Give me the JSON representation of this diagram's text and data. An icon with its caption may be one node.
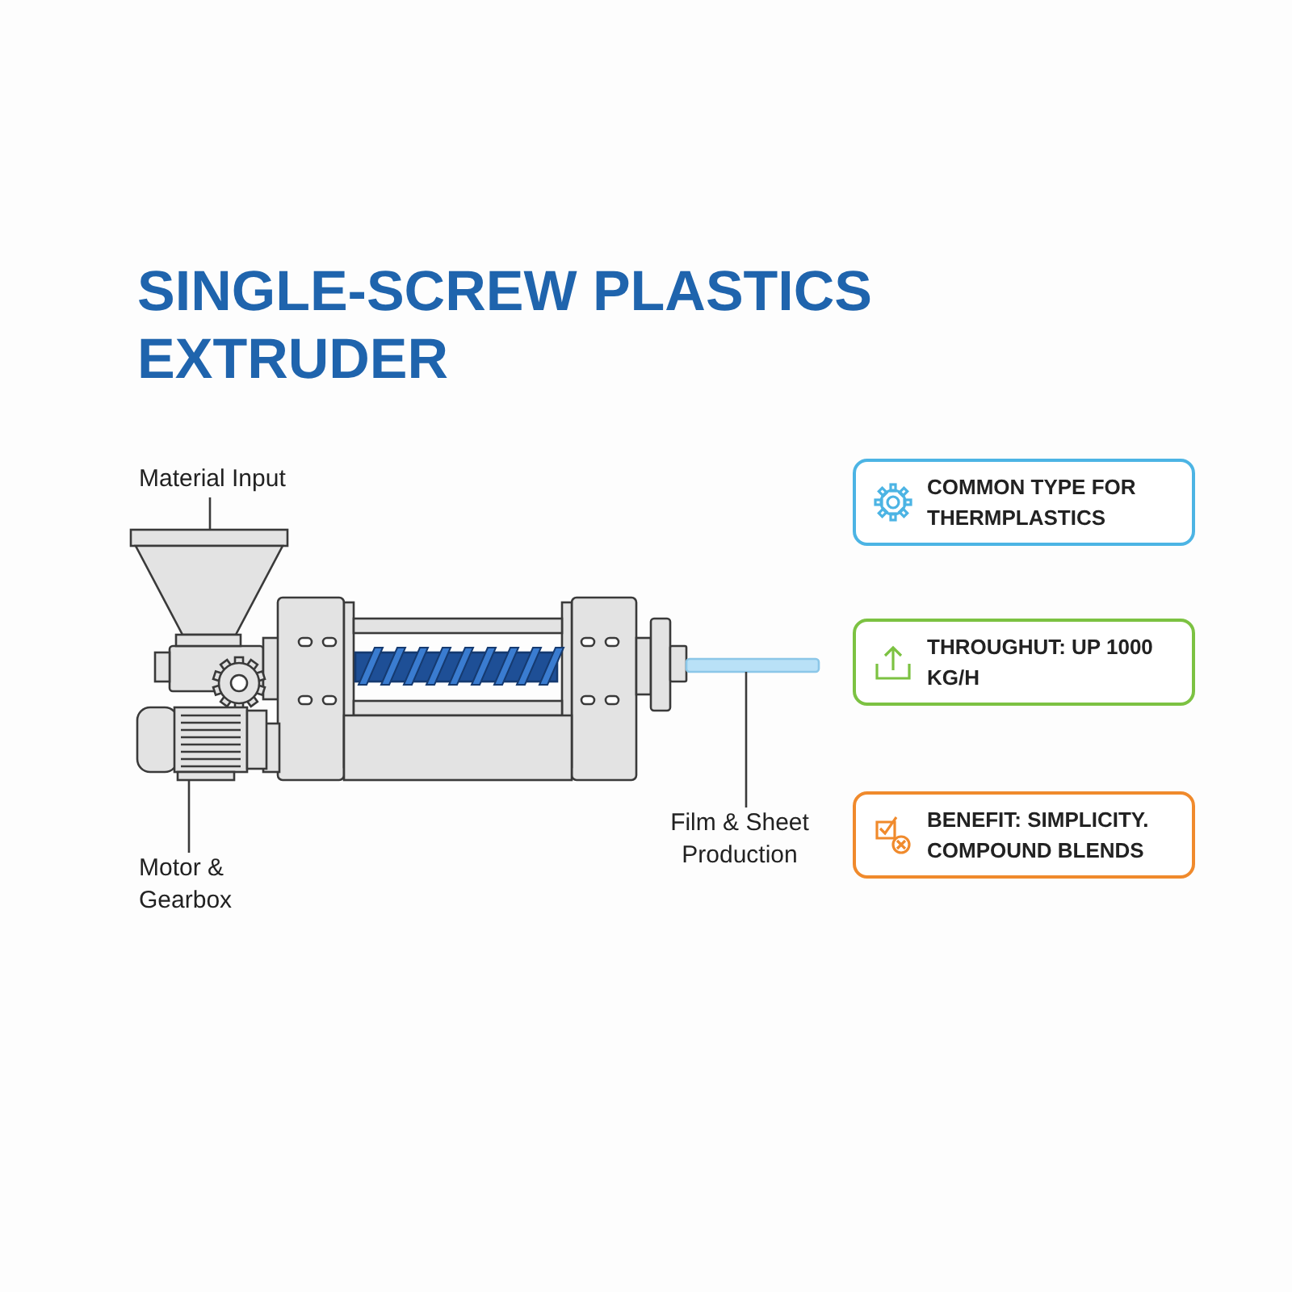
{
  "diagram": {
    "title": "SINGLE-SCREW PLASTICS EXTRUDER",
    "nodes": [
      {
        "text": [
          "Material Input"
        ]
      },
      {
        "text": [],
        "shape": "picture"
      },
      {
        "text": [
          "Motor & Gearbox"
        ]
      },
      {
        "text": [],
        "shape": "picture"
      },
      {
        "text": [
          "Film & Sheet Production"
        ]
      },
      {
        "text": [],
        "shape": "picture"
      },
      {
        "text": [
          "COMMON TYPE FOR THERMPLASTICS"
        ]
      },
      {
        "text": [
          "THROUGHUT: UP 1000 KG/H"
        ]
      },
      {
        "text": [
          "BENEFIT: SIMPLICITY. COMPOUND BLENDS"
        ]
      }
    ],
    "edges": [
      {
        "from": 0,
        "to": 1,
        "arrow": "none"
      },
      {
        "from": 2,
        "to": 3,
        "arrow": "none"
      },
      {
        "from": 4,
        "to": 5,
        "arrow": "none"
      }
    ]
  }
}
